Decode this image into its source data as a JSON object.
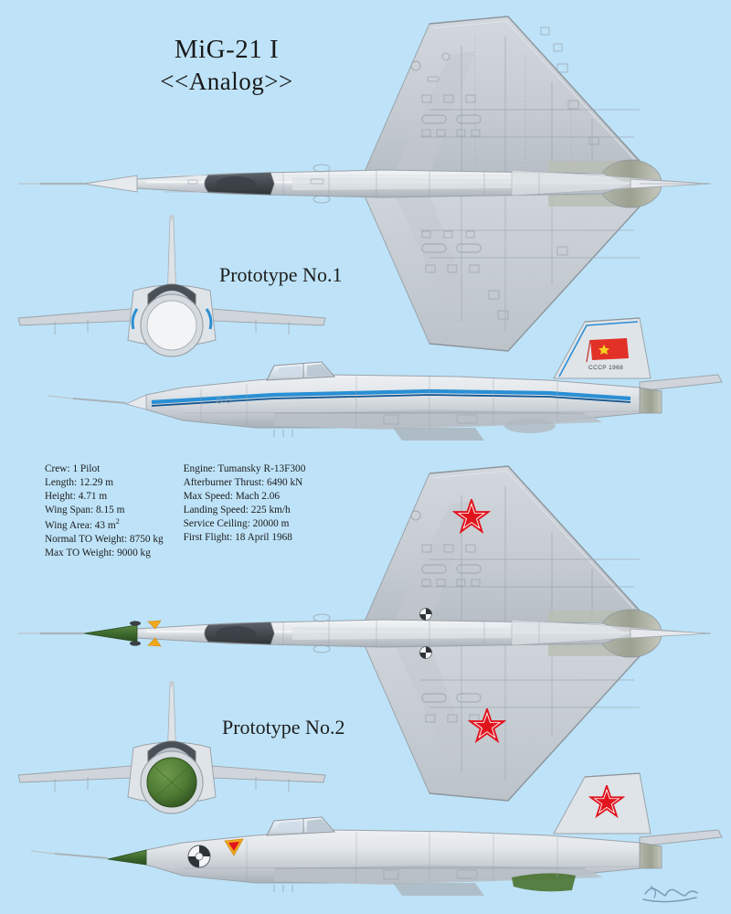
{
  "background_color": "#bee3f8",
  "title": {
    "main": "MiG-21 I",
    "sub": "<<Analog>>"
  },
  "captions": {
    "prototype_1": "Prototype No.1",
    "prototype_2": "Prototype No.2"
  },
  "specs": {
    "left": [
      {
        "key": "Crew:",
        "value": "1 Pilot"
      },
      {
        "key": "Length:",
        "value": "12.29 m"
      },
      {
        "key": "Height:",
        "value": "4.71 m"
      },
      {
        "key": "Wing Span:",
        "value": "8.15 m"
      },
      {
        "key": "Wing Area:",
        "value": "43 m²"
      },
      {
        "key": "Normal TO Weight:",
        "value": "8750 kg"
      },
      {
        "key": "Max TO Weight:",
        "value": "9000 kg"
      }
    ],
    "right": [
      {
        "key": "Engine:",
        "value": "Tumansky R-13F300"
      },
      {
        "key": "Afterburner Thrust:",
        "value": "6490 kN"
      },
      {
        "key": "Max Speed:",
        "value": "Mach 2.06"
      },
      {
        "key": "Landing Speed:",
        "value": "225 km/h"
      },
      {
        "key": "Service Ceiling:",
        "value": "20000 m"
      },
      {
        "key": "First Flight:",
        "value": "18 April 1968"
      }
    ]
  },
  "markings": {
    "tail_registration": "CCCP 1968",
    "soviet_flag": "red flag with gold star",
    "red_star": "soviet-red-star-roundel"
  },
  "colors": {
    "background": "#bee3f8",
    "airframe_light": "#e9ecef",
    "airframe_mid": "#c8cdd2",
    "airframe_shadow": "#a8afb6",
    "airframe_dark": "#8d959c",
    "panel_line": "#9aa3ab",
    "stripe_blue": "#2a8fd4",
    "stripe_navy": "#14548f",
    "star_red": "#e1141e",
    "nose_green": "#3e6b2e",
    "radome_green": "#4d7a33",
    "canopy_dark": "#454b52",
    "canopy_glass": "#dfe7ee",
    "flag_red": "#e23127",
    "flag_gold": "#f5d020",
    "warn_orange": "#f0a81e",
    "signature": "#7d9bb5"
  },
  "signature": {
    "label": "artist-signature"
  }
}
